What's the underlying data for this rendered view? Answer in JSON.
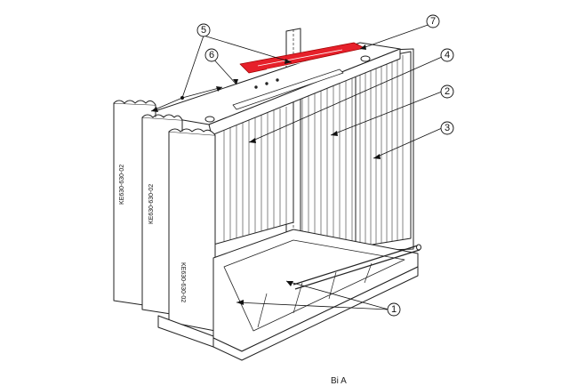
{
  "callouts": [
    "1",
    "2",
    "3",
    "4",
    "5",
    "6",
    "7"
  ],
  "part_labels": [
    "KE630-630-02",
    "KE630-630-02",
    "KE630-630-02"
  ],
  "caption": "Bi A"
}
